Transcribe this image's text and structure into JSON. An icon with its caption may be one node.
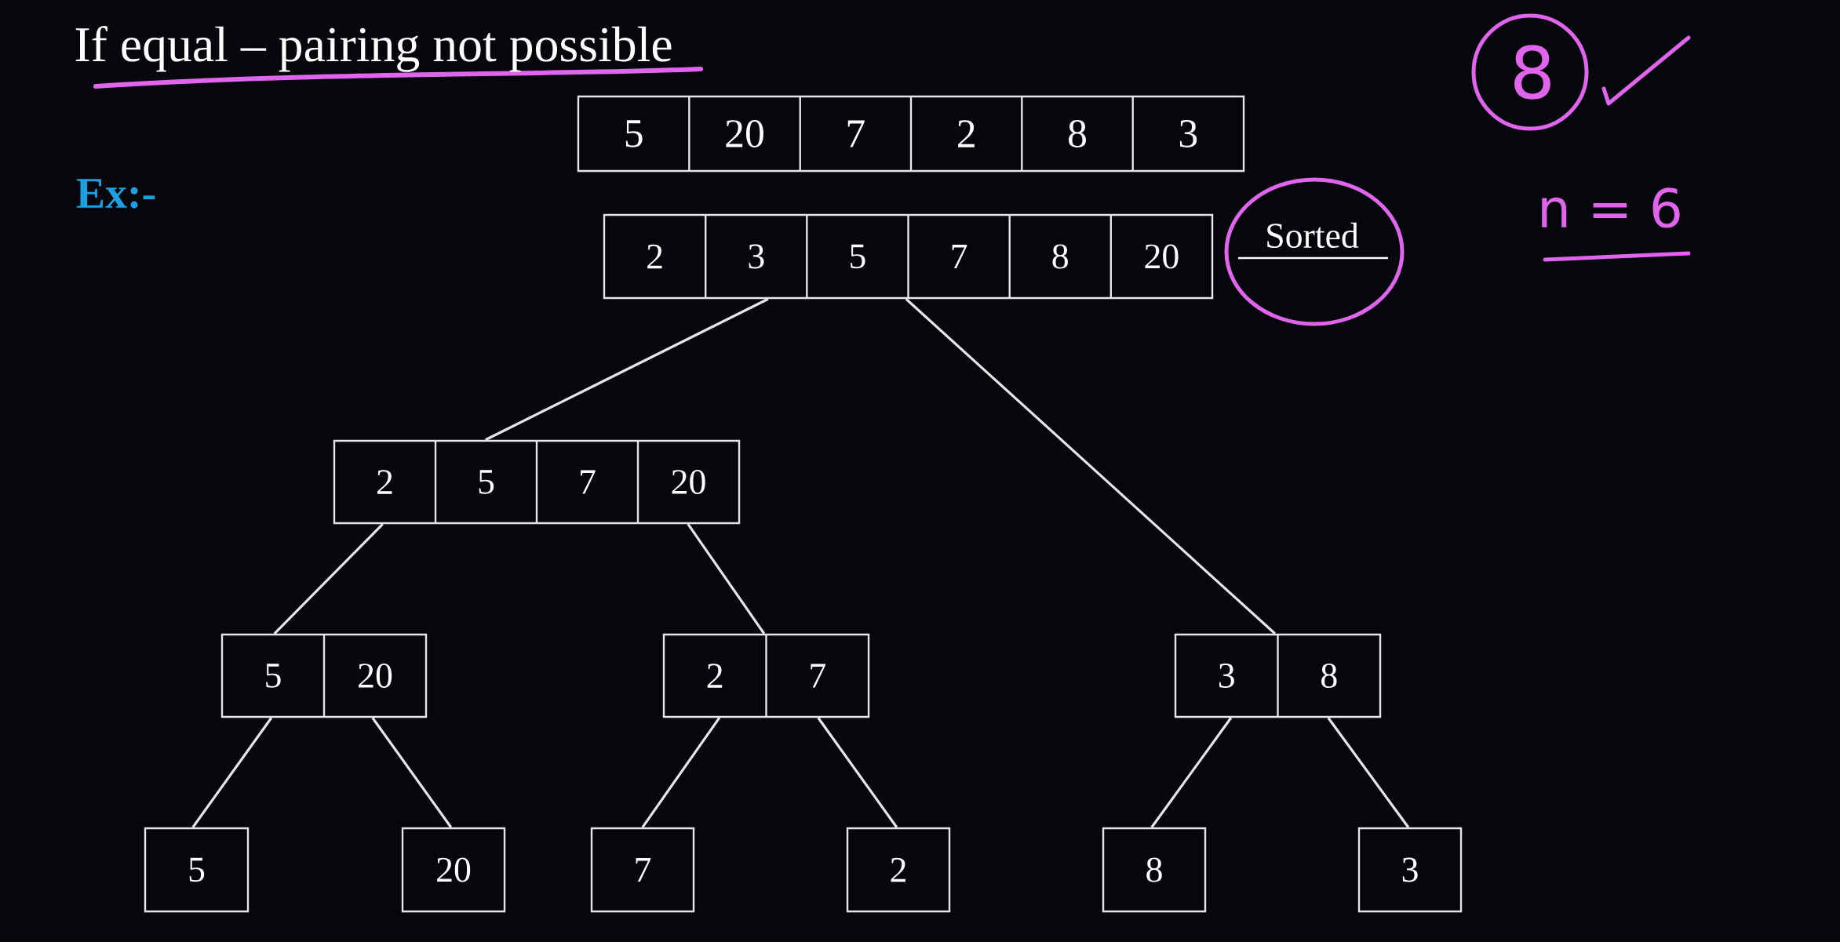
{
  "diagram": {
    "title": "If equal – pairing not possible",
    "nodes": [
      {
        "text": [
          "5",
          "20",
          "7",
          "2",
          "8",
          "3"
        ]
      },
      {
        "text": [
          "2",
          "3",
          "5",
          "7",
          "8",
          "20"
        ],
        "beside": [
          "Sorted"
        ]
      },
      {
        "text": [
          "2",
          "5",
          "7",
          "20"
        ]
      },
      {
        "text": [
          "5",
          "20"
        ]
      },
      {
        "text": [
          "2",
          "7"
        ]
      },
      {
        "text": [
          "3",
          "8"
        ]
      },
      {
        "text": [
          "5"
        ]
      },
      {
        "text": [
          "20"
        ]
      },
      {
        "text": [
          "7"
        ]
      },
      {
        "text": [
          "2"
        ]
      },
      {
        "text": [
          "8"
        ]
      },
      {
        "text": [
          "3"
        ]
      }
    ],
    "edges": [
      {
        "from": 1,
        "to": 2,
        "arrow": "none"
      },
      {
        "from": 1,
        "to": 5,
        "arrow": "none"
      },
      {
        "from": 2,
        "to": 3,
        "arrow": "none"
      },
      {
        "from": 2,
        "to": 4,
        "arrow": "none"
      },
      {
        "from": 3,
        "to": 6,
        "arrow": "none"
      },
      {
        "from": 3,
        "to": 7,
        "arrow": "none"
      },
      {
        "from": 4,
        "to": 8,
        "arrow": "none"
      },
      {
        "from": 4,
        "to": 9,
        "arrow": "none"
      },
      {
        "from": 5,
        "to": 10,
        "arrow": "none"
      },
      {
        "from": 5,
        "to": 11,
        "arrow": "none"
      }
    ],
    "labels": [
      "Ex:-",
      "8",
      "n = 6"
    ]
  }
}
